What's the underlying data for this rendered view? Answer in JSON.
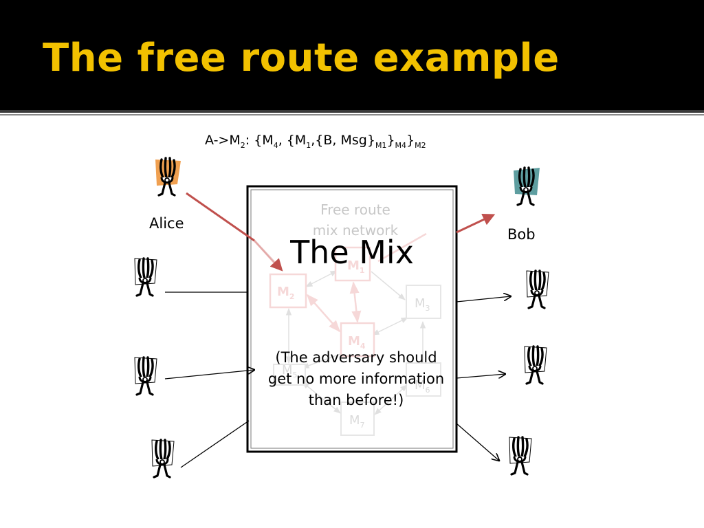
{
  "slide": {
    "title": "The free route example",
    "formula": {
      "sender": "A->M",
      "sender_sub": "2",
      "part1": ": {M",
      "sub1": "4",
      "part2": ", {M",
      "sub2": "1",
      "part3": ",{B, Msg}",
      "sub3": "M1",
      "part4": "}",
      "sub4": "M4",
      "part5": "}",
      "sub5": "M2"
    },
    "alice_label": "Alice",
    "bob_label": "Bob",
    "mix_heading": "The Mix",
    "network_label_line1": "Free route",
    "network_label_line2": "mix network",
    "note_line1": "(The adversary should",
    "note_line2": "get no more information",
    "note_line3": "than before!)"
  },
  "nodes": [
    {
      "name": "M",
      "sub": "1"
    },
    {
      "name": "M",
      "sub": "2"
    },
    {
      "name": "M",
      "sub": "3"
    },
    {
      "name": "M",
      "sub": "4"
    },
    {
      "name": "M",
      "sub": "5"
    },
    {
      "name": "M",
      "sub": "6"
    },
    {
      "name": "M",
      "sub": "7"
    }
  ],
  "colors": {
    "header_bg": "#000000",
    "title": "#f2c100",
    "route_arrow": "#c0504d",
    "alice": "#f0a050",
    "bob": "#5e9ea0",
    "faded_node": "#d9d9d9",
    "faded_route": "#f2c4c4"
  }
}
